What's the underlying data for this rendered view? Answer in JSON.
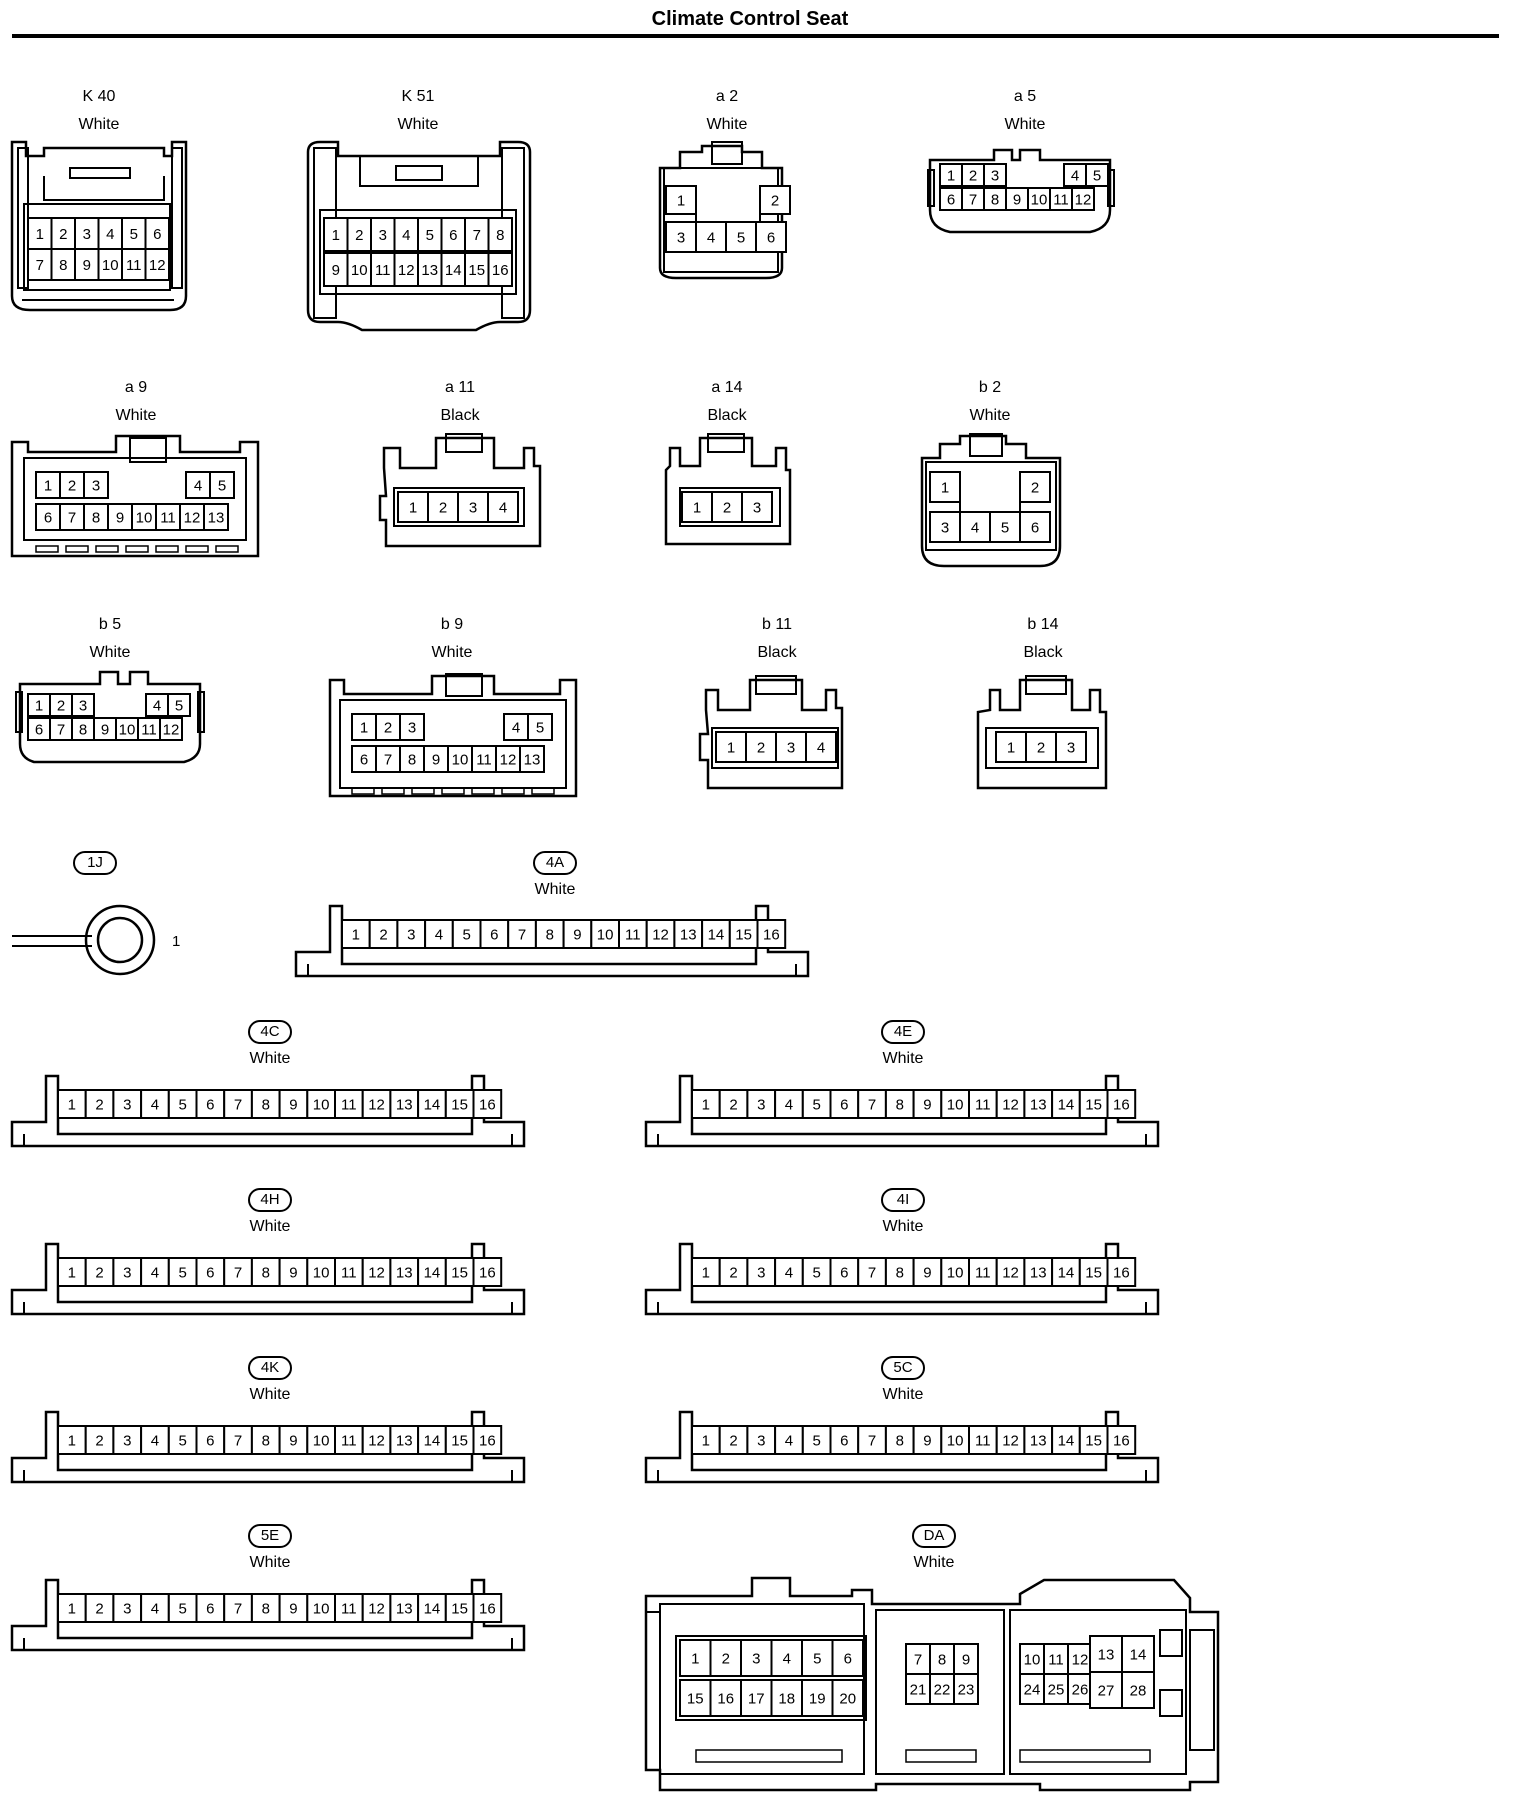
{
  "title": "Climate Control Seat",
  "connectors": {
    "k40": {
      "code": "K 40",
      "color": "White"
    },
    "k51": {
      "code": "K 51",
      "color": "White"
    },
    "a2": {
      "code": "a 2",
      "color": "White"
    },
    "a5": {
      "code": "a 5",
      "color": "White"
    },
    "a9": {
      "code": "a 9",
      "color": "White"
    },
    "a11": {
      "code": "a 11",
      "color": "Black"
    },
    "a14": {
      "code": "a 14",
      "color": "Black"
    },
    "b2": {
      "code": "b 2",
      "color": "White"
    },
    "b5": {
      "code": "b 5",
      "color": "White"
    },
    "b9": {
      "code": "b 9",
      "color": "White"
    },
    "b11": {
      "code": "b 11",
      "color": "Black"
    },
    "b14": {
      "code": "b 14",
      "color": "Black"
    },
    "j1": {
      "code": "1J",
      "pin": "1"
    },
    "c4A": {
      "code": "4A",
      "color": "White"
    },
    "c4C": {
      "code": "4C",
      "color": "White"
    },
    "c4E": {
      "code": "4E",
      "color": "White"
    },
    "c4H": {
      "code": "4H",
      "color": "White"
    },
    "c4I": {
      "code": "4I",
      "color": "White"
    },
    "c4K": {
      "code": "4K",
      "color": "White"
    },
    "c5C": {
      "code": "5C",
      "color": "White"
    },
    "c5E": {
      "code": "5E",
      "color": "White"
    },
    "DA": {
      "code": "DA",
      "color": "White"
    }
  },
  "pin_rows": {
    "p1to6": [
      "1",
      "2",
      "3",
      "4",
      "5",
      "6"
    ],
    "p7to12": [
      "7",
      "8",
      "9",
      "10",
      "11",
      "12"
    ],
    "p1to8": [
      "1",
      "2",
      "3",
      "4",
      "5",
      "6",
      "7",
      "8"
    ],
    "p9to16": [
      "9",
      "10",
      "11",
      "12",
      "13",
      "14",
      "15",
      "16"
    ],
    "p1to16": [
      "1",
      "2",
      "3",
      "4",
      "5",
      "6",
      "7",
      "8",
      "9",
      "10",
      "11",
      "12",
      "13",
      "14",
      "15",
      "16"
    ],
    "p123": [
      "1",
      "2",
      "3"
    ],
    "p45": [
      "4",
      "5"
    ],
    "p6to12": [
      "6",
      "7",
      "8",
      "9",
      "10",
      "11",
      "12"
    ],
    "p6to13": [
      "6",
      "7",
      "8",
      "9",
      "10",
      "11",
      "12",
      "13"
    ],
    "p1to4": [
      "1",
      "2",
      "3",
      "4"
    ],
    "p3to6": [
      "3",
      "4",
      "5",
      "6"
    ],
    "p15to20": [
      "15",
      "16",
      "17",
      "18",
      "19",
      "20"
    ],
    "p789": [
      "7",
      "8",
      "9"
    ],
    "p212223": [
      "21",
      "22",
      "23"
    ],
    "p101112": [
      "10",
      "11",
      "12"
    ],
    "p242526": [
      "24",
      "25",
      "26"
    ],
    "p1314": [
      "13",
      "14"
    ],
    "p2728": [
      "27",
      "28"
    ],
    "p1": [
      "1"
    ],
    "p2": [
      "2"
    ]
  }
}
